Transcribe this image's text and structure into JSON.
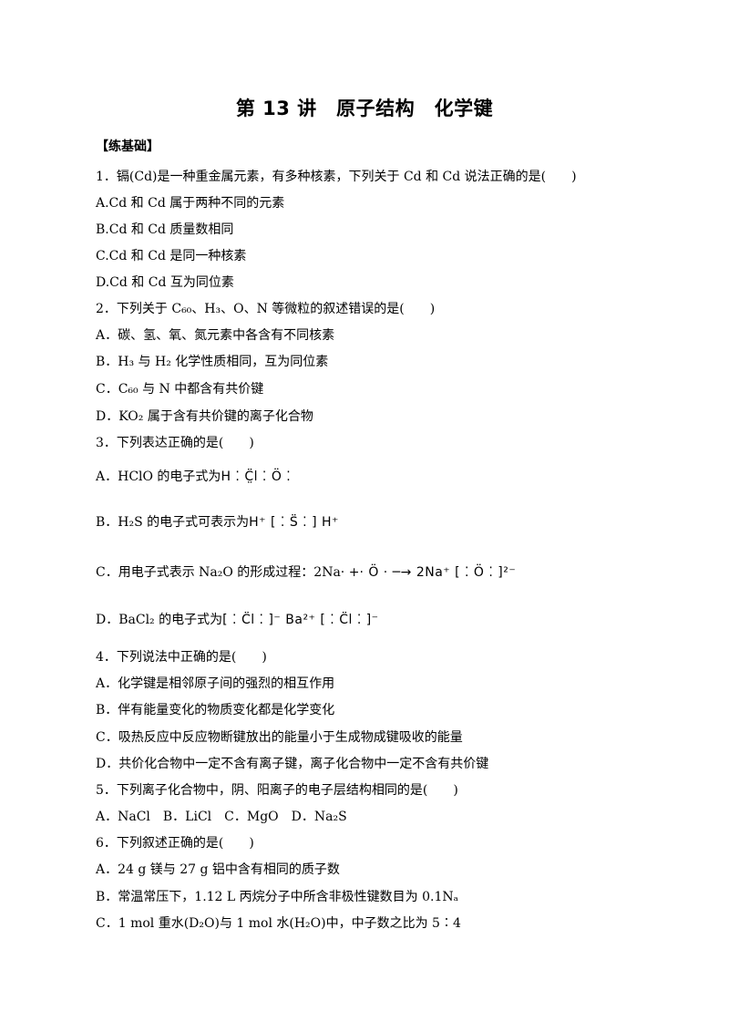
{
  "title": "第 13 讲　原子结构　化学键",
  "section": "【练基础】",
  "lines": [
    "1．镉(Cd)是一种重金属元素，有多种核素，下列关于 Cd 和 Cd 说法正确的是(　　)",
    "A.Cd 和 Cd 属于两种不同的元素",
    "B.Cd 和 Cd 质量数相同",
    "C.Cd 和 Cd 是同一种核素",
    "D.Cd 和 Cd 互为同位素",
    "2．下列关于 C₆₀、H₃、O、N 等微粒的叙述错误的是(　　)",
    "A．碳、氢、氧、氮元素中各含有不同核素",
    "B．H₃ 与 H₂ 化学性质相同，互为同位素",
    "C．C₆₀ 与 N 中都含有共价键",
    "D．KO₂ 属于含有共价键的离子化合物",
    "3．下列表达正确的是(　　)"
  ],
  "q3": {
    "a_text": "A．HClO 的电子式为",
    "a_formula": "H ⁚ C̤̈l ⁚ Ö ⁚",
    "b_text": "B．H₂S 的电子式可表示为",
    "b_formula": "H⁺ [ ⁚ S̈ ⁚ ] H⁺",
    "c_text": "C．用电子式表示 Na₂O 的形成过程：2Na· +",
    "c_formula": "· Ö · ─→ 2Na⁺ [ ⁚ Ö ⁚ ]²⁻",
    "d_text": "D．BaCl₂ 的电子式为",
    "d_formula": "[ ⁚ C̈l ⁚ ]⁻ Ba²⁺ [ ⁚ C̈l ⁚ ]⁻"
  },
  "lines2": [
    "4．下列说法中正确的是(　　)",
    "A．化学键是相邻原子间的强烈的相互作用",
    "B．伴有能量变化的物质变化都是化学变化",
    "C．吸热反应中反应物断键放出的能量小于生成物成键吸收的能量",
    "D．共价化合物中一定不含有离子键，离子化合物中一定不含有共价键",
    "5．下列离子化合物中，阴、阳离子的电子层结构相同的是(　　)",
    "A．NaCl　B．LiCl　C．MgO　D．Na₂S",
    "6．下列叙述正确的是(　　)",
    "A．24 g 镁与 27 g 铝中含有相同的质子数",
    "B．常温常压下，1.12 L 丙烷分子中所含非极性键数目为 0.1Nₐ",
    "C．1 mol 重水(D₂O)与 1 mol 水(H₂O)中，中子数之比为 5∶4"
  ]
}
